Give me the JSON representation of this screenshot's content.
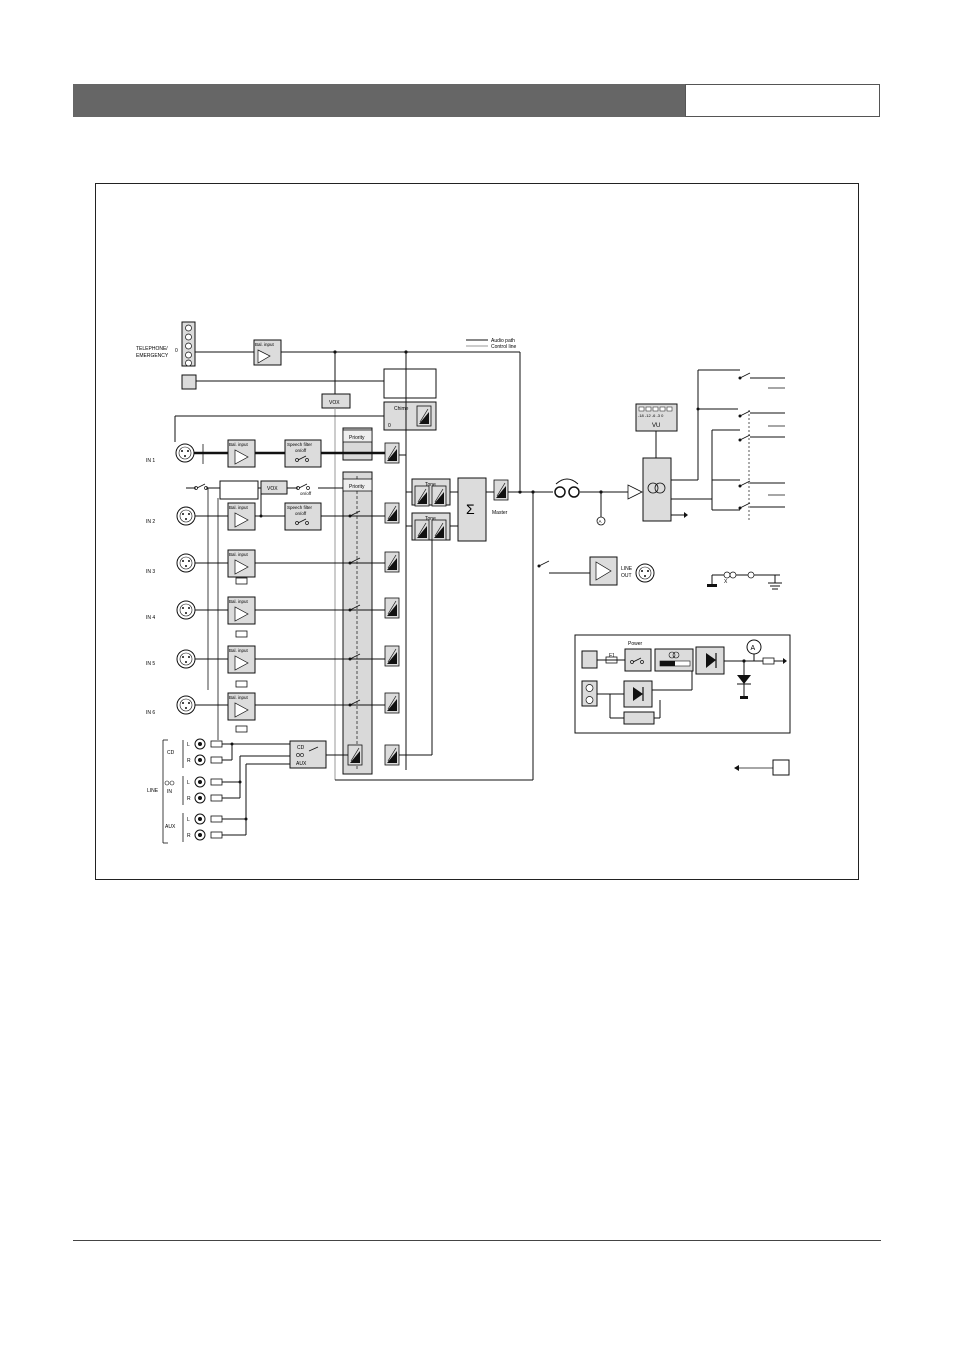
{
  "labels": {
    "telephone": "TELEPHONE/",
    "emergency": "EMERGENCY",
    "bal_input": "Bal. input",
    "speech_filter": "Speech filter",
    "on_off": "on/off",
    "vox": "VOX",
    "chime": "Chime",
    "priority": "Priority",
    "tone": "Tone",
    "sigma": "Σ",
    "master": "Master",
    "vu": "VU",
    "vu_scale": "-18 -12 -6 -3  0",
    "line_out_1": "LINE",
    "line_out_2": "OUT",
    "power": "Power",
    "fuse": "F1",
    "meter": "A",
    "x": "X",
    "inputs": [
      "IN 1",
      "IN 2",
      "IN 3",
      "IN 4",
      "IN 5",
      "IN 6"
    ],
    "cd": "CD",
    "line": "LINE",
    "in": "IN",
    "aux": "AUX",
    "left": "L",
    "right": "R",
    "selector": [
      "CD",
      "AUX"
    ],
    "legend_audio": "Audio path",
    "legend_control": "Control line",
    "zero": "0"
  },
  "colors": {
    "header": "#666666",
    "block_fill": "#dcdcdc",
    "priority_bus": "#d9d9d9",
    "line": "#111111"
  }
}
